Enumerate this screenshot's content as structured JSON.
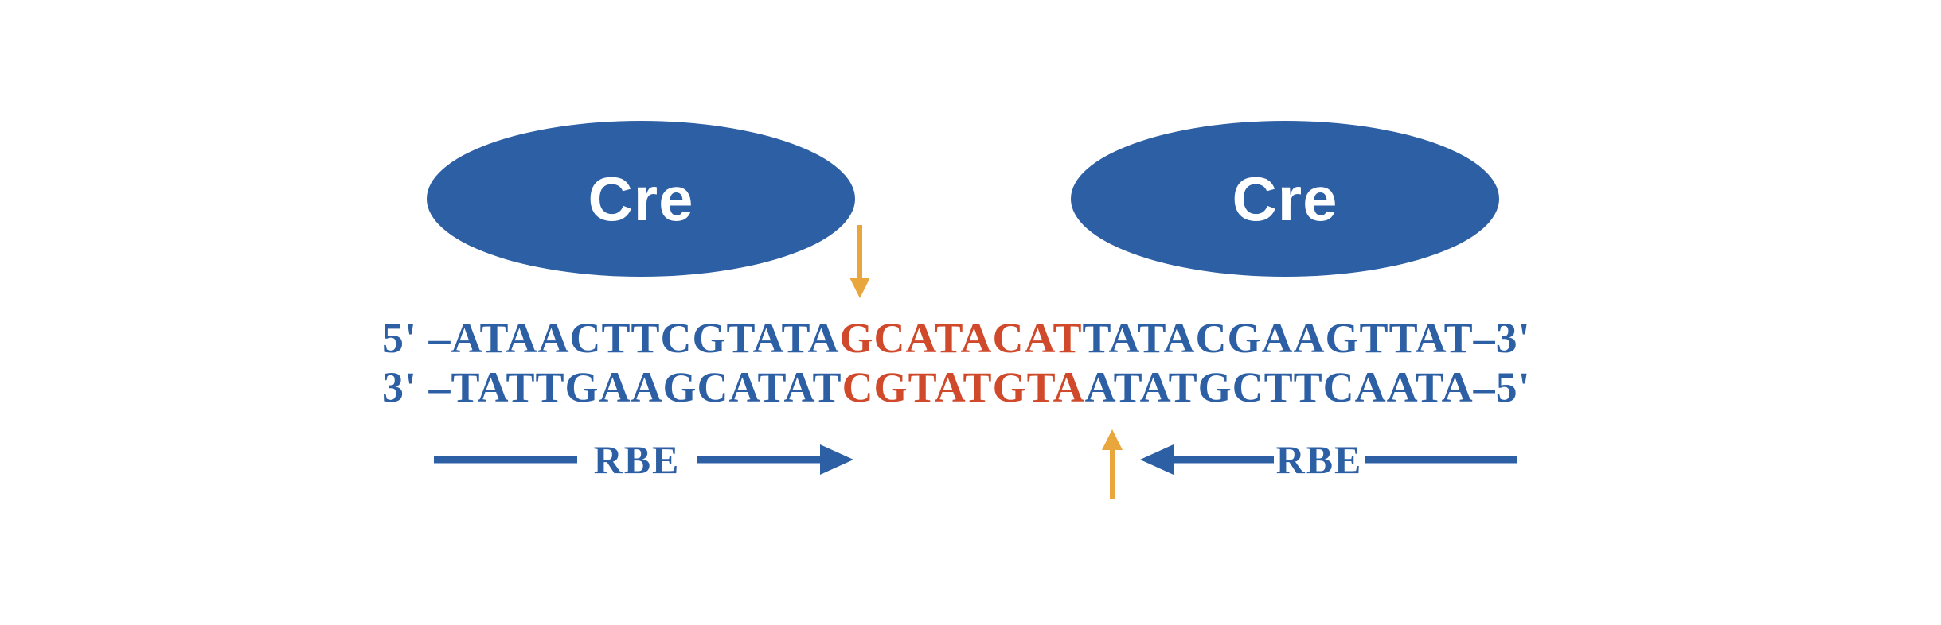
{
  "colors": {
    "blue": "#2d5fa4",
    "red": "#d0492b",
    "orange": "#e9a63d",
    "background": "#ffffff"
  },
  "proteins": {
    "left": {
      "label": "Cre"
    },
    "right": {
      "label": "Cre"
    }
  },
  "sequence": {
    "top_strand": {
      "prefix": "5' –",
      "left_arm": "ATAACTTCGTATA",
      "spacer": "GCATACAT",
      "right_arm": "TATACGAAGTTAT",
      "suffix": "–3'"
    },
    "bottom_strand": {
      "prefix": "3' –",
      "left_arm": "TATTGAAGCATAT",
      "spacer": "CGTATGTA",
      "right_arm": "ATATGCTTCAATA",
      "suffix": "–5'"
    }
  },
  "rbe": {
    "left_label": "RBE",
    "right_label": "RBE"
  }
}
